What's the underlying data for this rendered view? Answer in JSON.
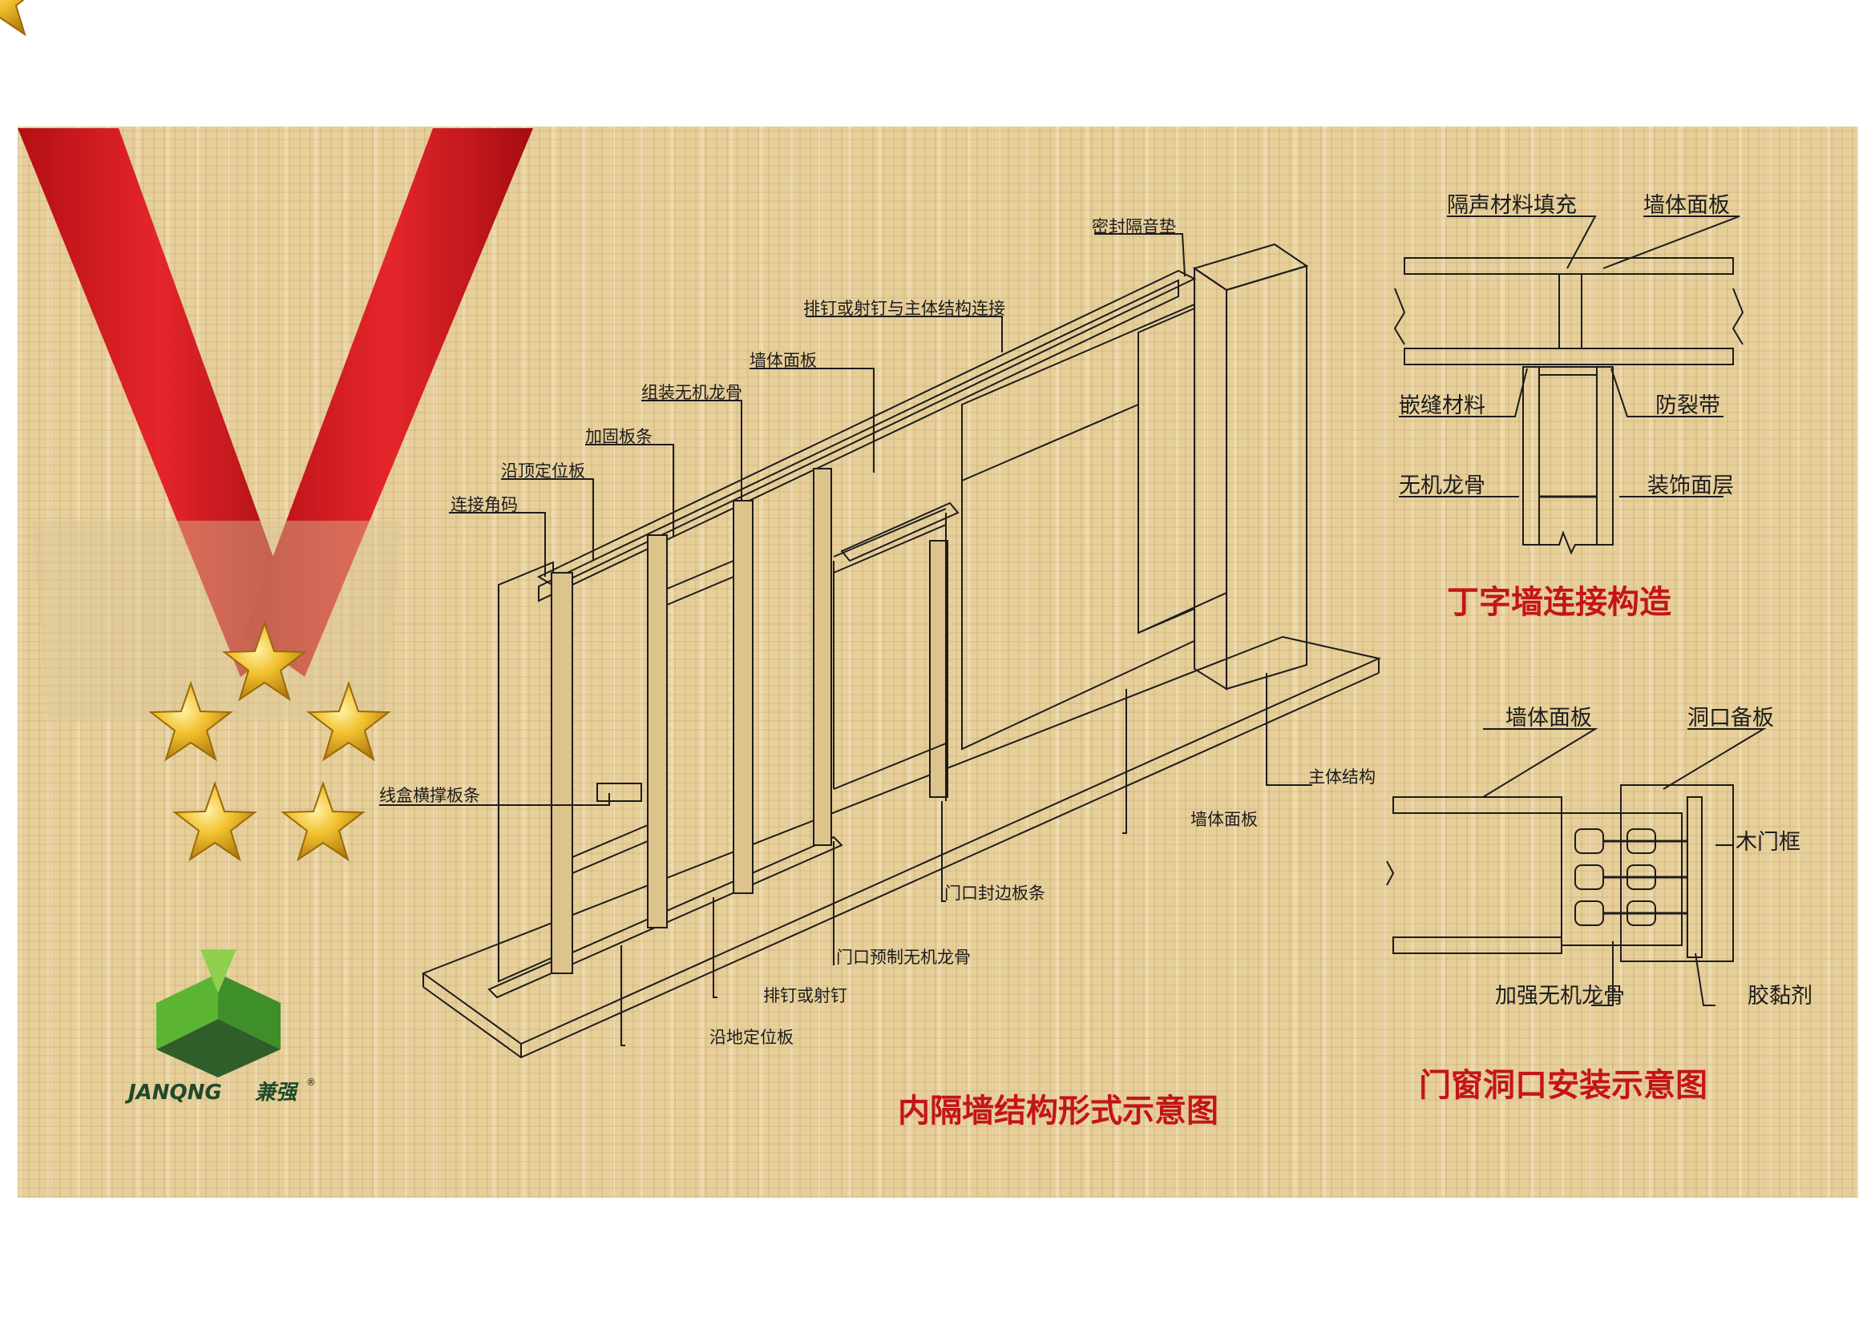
{
  "brand": {
    "wordmark": "JANQNG",
    "chinese": "兼强",
    "registered": "®"
  },
  "main_diagram": {
    "title": "内隔墙结构形式示意图",
    "labels": {
      "seal": "密封隔音垫",
      "nail_connect": "排钉或射钉与主体结构连接",
      "panel_top": "墙体面板",
      "keel": "组装无机龙骨",
      "reinforce": "加固板条",
      "top_track": "沿顶定位板",
      "corner": "连接角码",
      "box_brace": "线盒横撑板条",
      "main_struct": "主体结构",
      "panel_front": "墙体面板",
      "door_edge": "门口封边板条",
      "door_keel": "门口预制无机龙骨",
      "nail": "排钉或射钉",
      "floor_track": "沿地定位板"
    }
  },
  "t_wall": {
    "title": "丁字墙连接构造",
    "labels": {
      "sound": "隔声材料填充",
      "panel": "墙体面板",
      "caulk": "嵌缝材料",
      "crack": "防裂带",
      "keel": "无机龙骨",
      "finish": "装饰面层"
    }
  },
  "door_opening": {
    "title": "门窗洞口安装示意图",
    "labels": {
      "panel": "墙体面板",
      "backing": "洞口备板",
      "frame": "木门框",
      "keel": "加强无机龙骨",
      "glue": "胶黏剂"
    }
  },
  "colors": {
    "ribbon": "#d7141b",
    "star": "#f2c12e",
    "title": "#c4141a",
    "logo_green": "#5cb532",
    "logo_dark": "#2f5e2a"
  }
}
